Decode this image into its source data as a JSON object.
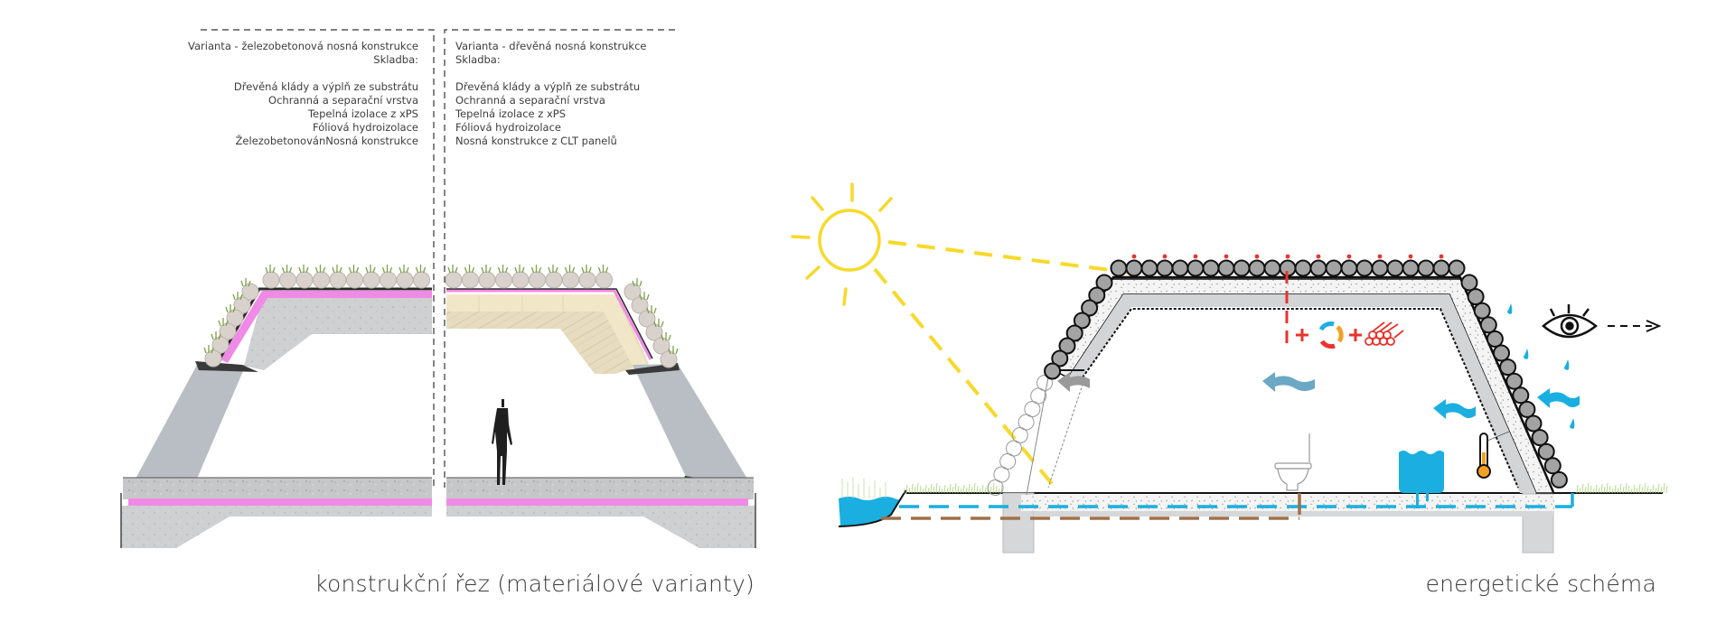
{
  "left_panel": {
    "title": "Varianta - železobetonová nosná konstrukce",
    "subtitle": "Skladba:",
    "layers": [
      "Dřevěná klády a výplň ze substrátu",
      "Ochranná a separační vrstva",
      "Tepelná izolace z xPS",
      "Fóliová hydroizolace",
      "ŽelezobetonovánNosná konstrukce"
    ]
  },
  "right_panel": {
    "title": "Varianta - dřevěná nosná konstrukce",
    "subtitle": "Skladba:",
    "layers": [
      "Dřevěná klády a výplň ze substrátu",
      "Ochranná a separační vrstva",
      "Tepelná izolace z xPS",
      "Fóliová hydroizolace",
      "Nosná konstrukce z CLT panelů"
    ]
  },
  "captions": {
    "section": "konstrukční řez (materiálové varianty)",
    "energy": "energetické schéma"
  },
  "colors": {
    "insulation": "#f08ae6",
    "concrete": "#c9cbcd",
    "clt": "#efe4c4",
    "sun": "#f7d92a",
    "water": "#1aafe0",
    "sewage": "#a0704a",
    "accent_red": "#e8342c",
    "thermometer": "#f4a024",
    "log": "#a3a3a3"
  },
  "icons": [
    "sun-icon",
    "eye-icon",
    "recycle-icon",
    "log-pile-icon",
    "thermometer-icon",
    "toilet-icon",
    "water-tank-icon",
    "rain-drop-icon",
    "air-flow-arrow-icon",
    "person-silhouette"
  ]
}
